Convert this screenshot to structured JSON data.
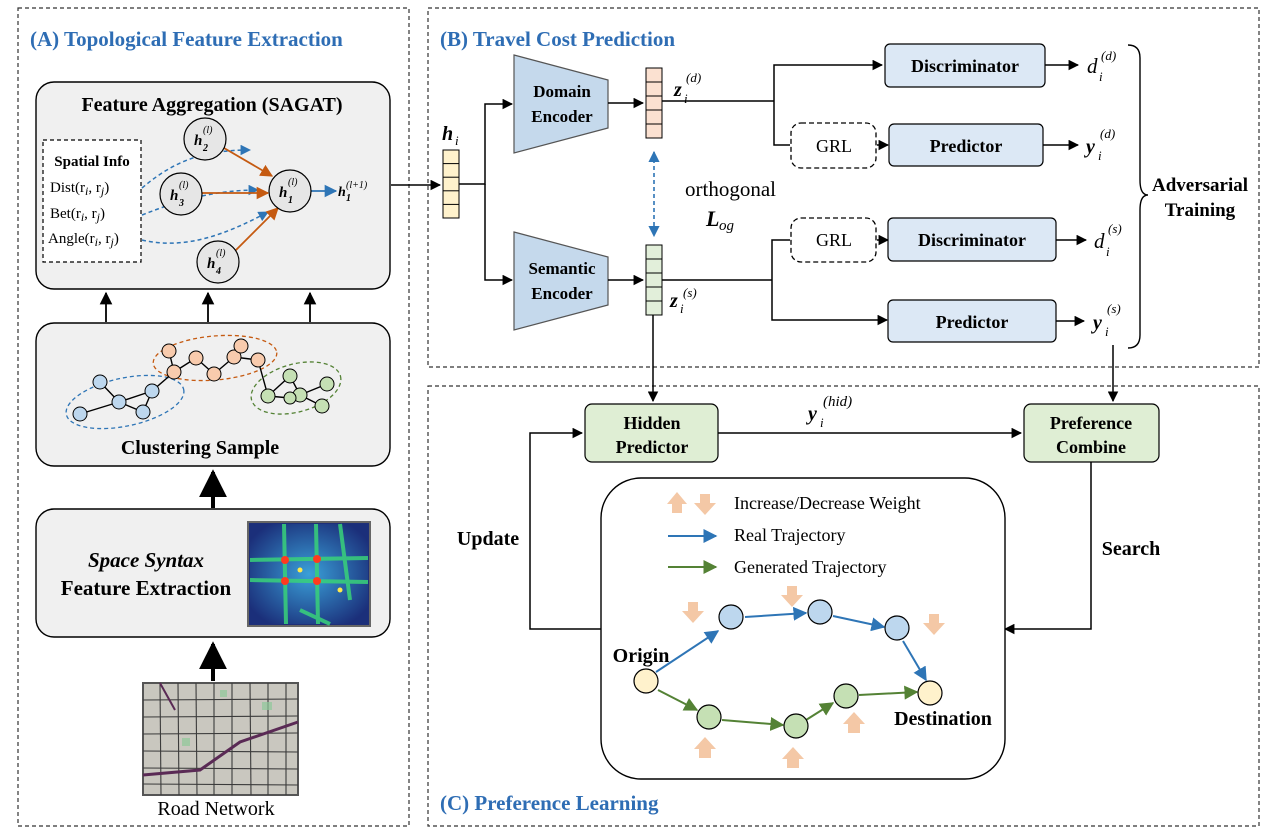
{
  "colors": {
    "title_blue": "#2e6db4",
    "panel_gray": "#f0f0f0",
    "encoder_blue": "#c5d9ec",
    "pred_blue": "#dce8f5",
    "green_box": "#dfeed4",
    "orange_arrow": "#f4c8a6",
    "blue_line": "#2e75b6",
    "green_line": "#548235",
    "orange_line": "#c55a11"
  },
  "sections": {
    "a_title": "(A) Topological Feature Extraction",
    "b_title": "(B) Travel Cost Prediction",
    "c_title": "(C) Preference Learning"
  },
  "panel_a": {
    "sagat_title": "Feature Aggregation (SAGAT)",
    "spatial_info": "Spatial Info",
    "dist": "Dist(r",
    "bet": "Bet(r",
    "angle": "Angle(r",
    "clustering": "Clustering Sample",
    "space_syntax": "Space Syntax",
    "feature_extraction": "Feature Extraction",
    "road_network": "Road Network"
  },
  "panel_b": {
    "h_i": "h",
    "domain_encoder_1": "Domain",
    "domain_encoder_2": "Encoder",
    "semantic_encoder_1": "Semantic",
    "semantic_encoder_2": "Encoder",
    "orthogonal": "orthogonal",
    "l_og": "L",
    "discriminator": "Discriminator",
    "predictor": "Predictor",
    "grl": "GRL",
    "adversarial_1": "Adversarial",
    "adversarial_2": "Training"
  },
  "panel_c": {
    "hidden_predictor_1": "Hidden",
    "hidden_predictor_2": "Predictor",
    "preference_combine_1": "Preference",
    "preference_combine_2": "Combine",
    "update": "Update",
    "search": "Search",
    "legend_weight": "Increase/Decrease Weight",
    "legend_real": "Real Trajectory",
    "legend_generated": "Generated Trajectory",
    "origin": "Origin",
    "destination": "Destination"
  }
}
